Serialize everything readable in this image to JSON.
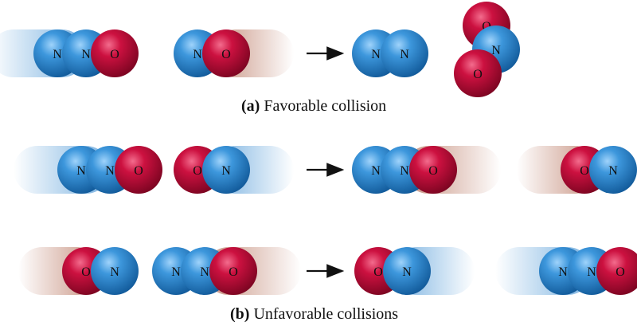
{
  "colors": {
    "N": "#2f86cf",
    "O": "#c8103a"
  },
  "labels": {
    "N": "N",
    "O": "O"
  },
  "captions": {
    "a": {
      "tag": "(a)",
      "text": "Favorable collision"
    },
    "b": {
      "tag": "(b)",
      "text": "Unfavorable collisions"
    }
  },
  "rows": [
    {
      "id": "a",
      "items": [
        {
          "kind": "molecule",
          "atoms": [
            "N",
            "N",
            "O"
          ],
          "trail": "left",
          "trail_color": "N"
        },
        {
          "kind": "molecule",
          "atoms": [
            "N",
            "O"
          ],
          "trail": "right",
          "trail_color": "O"
        },
        {
          "kind": "arrow"
        },
        {
          "kind": "molecule",
          "atoms": [
            "N",
            "N"
          ],
          "trail": "none"
        },
        {
          "kind": "no2",
          "atoms": [
            "O",
            "N",
            "O"
          ]
        }
      ]
    },
    {
      "id": "b1",
      "items": [
        {
          "kind": "molecule",
          "atoms": [
            "N",
            "N",
            "O"
          ],
          "trail": "left",
          "trail_color": "N"
        },
        {
          "kind": "molecule",
          "atoms": [
            "O",
            "N"
          ],
          "trail": "right",
          "trail_color": "N"
        },
        {
          "kind": "arrow"
        },
        {
          "kind": "molecule",
          "atoms": [
            "N",
            "N",
            "O"
          ],
          "trail": "right",
          "trail_color": "O"
        },
        {
          "kind": "molecule",
          "atoms": [
            "O",
            "N"
          ],
          "trail": "left",
          "trail_color": "O"
        }
      ]
    },
    {
      "id": "b2",
      "items": [
        {
          "kind": "molecule",
          "atoms": [
            "O",
            "N"
          ],
          "trail": "left",
          "trail_color": "O"
        },
        {
          "kind": "molecule",
          "atoms": [
            "N",
            "N",
            "O"
          ],
          "trail": "right",
          "trail_color": "O"
        },
        {
          "kind": "arrow"
        },
        {
          "kind": "molecule",
          "atoms": [
            "O",
            "N"
          ],
          "trail": "right",
          "trail_color": "N"
        },
        {
          "kind": "molecule",
          "atoms": [
            "N",
            "N",
            "O"
          ],
          "trail": "left",
          "trail_color": "N"
        }
      ]
    }
  ]
}
